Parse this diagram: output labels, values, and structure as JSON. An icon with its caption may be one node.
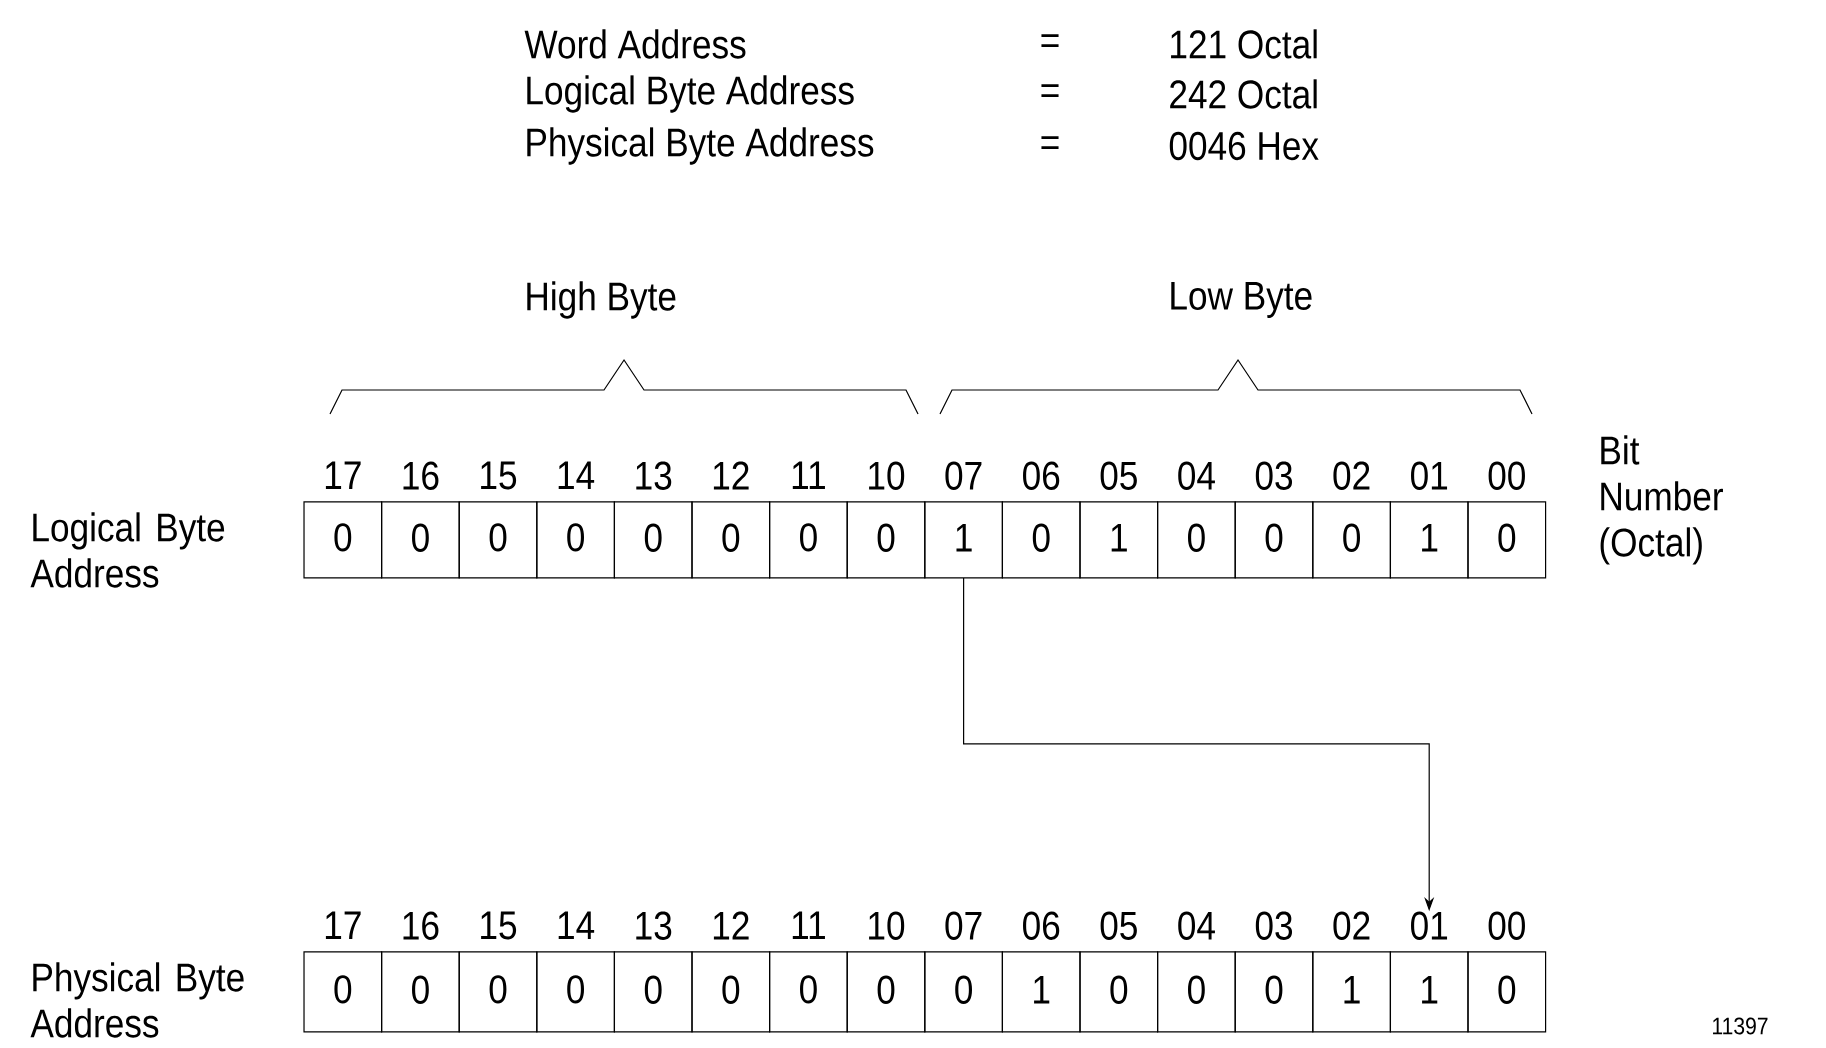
{
  "diagram": {
    "nodes": [
      {
        "text": [
          "17",
          "0"
        ]
      },
      {
        "text": [
          "16",
          "0"
        ]
      },
      {
        "text": [
          "15",
          "0"
        ]
      },
      {
        "text": [
          "14",
          "0"
        ]
      },
      {
        "text": [
          "13",
          "0"
        ]
      },
      {
        "text": [
          "12",
          "0"
        ]
      },
      {
        "text": [
          "11",
          "0"
        ]
      },
      {
        "text": [
          "10",
          "0"
        ]
      },
      {
        "text": [
          "07",
          "1"
        ]
      },
      {
        "text": [
          "06",
          "0"
        ]
      },
      {
        "text": [
          "05",
          "1"
        ]
      },
      {
        "text": [
          "04",
          "0"
        ]
      },
      {
        "text": [
          "03",
          "0"
        ]
      },
      {
        "text": [
          "02",
          "0"
        ]
      },
      {
        "text": [
          "01",
          "1"
        ]
      },
      {
        "text": [
          "00",
          "0"
        ]
      },
      {
        "text": [
          "17",
          "0"
        ]
      },
      {
        "text": [
          "16",
          "0"
        ]
      },
      {
        "text": [
          "15",
          "0"
        ]
      },
      {
        "text": [
          "14",
          "0"
        ]
      },
      {
        "text": [
          "13",
          "0"
        ]
      },
      {
        "text": [
          "12",
          "0"
        ]
      },
      {
        "text": [
          "11",
          "0"
        ]
      },
      {
        "text": [
          "10",
          "0"
        ]
      },
      {
        "text": [
          "07",
          "0"
        ]
      },
      {
        "text": [
          "06",
          "1"
        ]
      },
      {
        "text": [
          "05",
          "0"
        ]
      },
      {
        "text": [
          "04",
          "0"
        ]
      },
      {
        "text": [
          "03",
          "0"
        ]
      },
      {
        "text": [
          "02",
          "1"
        ]
      },
      {
        "text": [
          "01",
          "1"
        ]
      },
      {
        "text": [
          "00",
          "0"
        ]
      }
    ],
    "edges": [
      {
        "from": 8,
        "to": 30,
        "arrow": "to"
      }
    ],
    "labels": [
      "Word Address",
      "=",
      "121 Octal",
      "Logical Byte Address",
      "=",
      "242 Octal",
      "Physical Byte Address",
      "=",
      "0046 Hex",
      "High Byte",
      "Low Byte",
      "Logical Byte Address",
      "Bit Number (Octal)",
      "Physical Byte Address",
      "11397"
    ]
  }
}
